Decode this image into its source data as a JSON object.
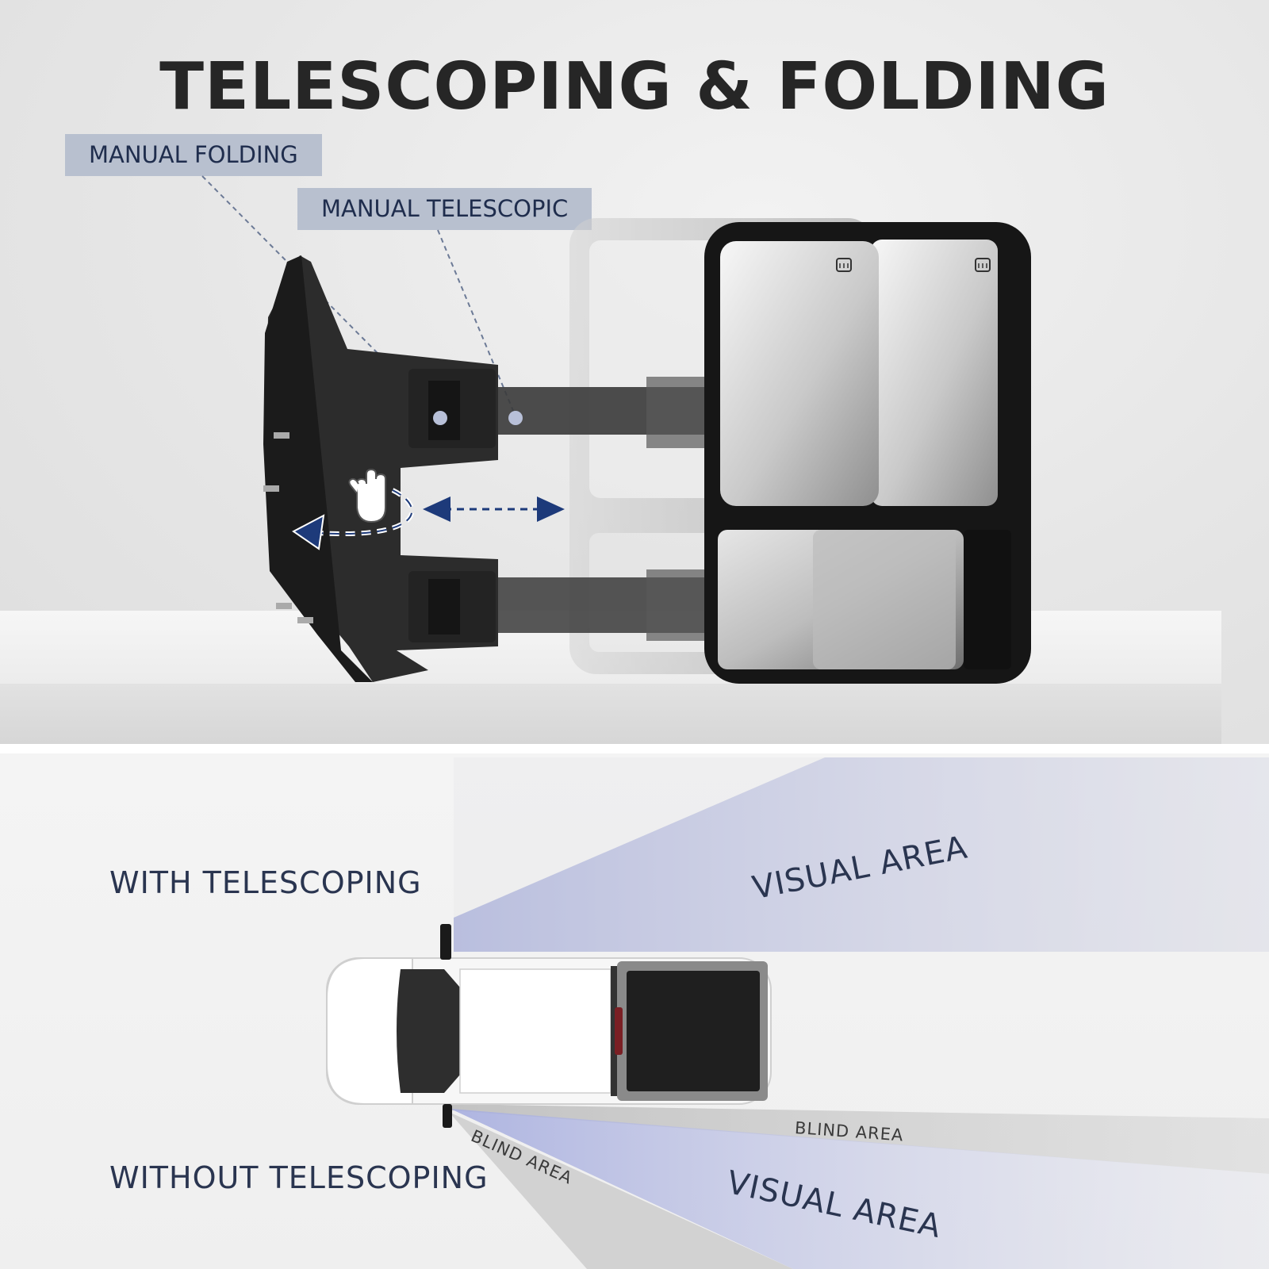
{
  "title": "TELESCOPING & FOLDING",
  "callouts": {
    "folding": "MANUAL FOLDING",
    "telescopic": "MANUAL TELESCOPIC"
  },
  "diagram": {
    "with_label": "WITH TELESCOPING",
    "without_label": "WITHOUT TELESCOPING",
    "visual_area_upper": "VISUAL AREA",
    "visual_area_lower": "VISUAL AREA",
    "blind_area_left": "BLIND AREA",
    "blind_area_right": "BLIND AREA"
  },
  "colors": {
    "accent_navy": "#1d3a7a",
    "tag_bg": "#b8c0cf",
    "title_text": "#262626",
    "visual_area": "#aab1d6"
  }
}
